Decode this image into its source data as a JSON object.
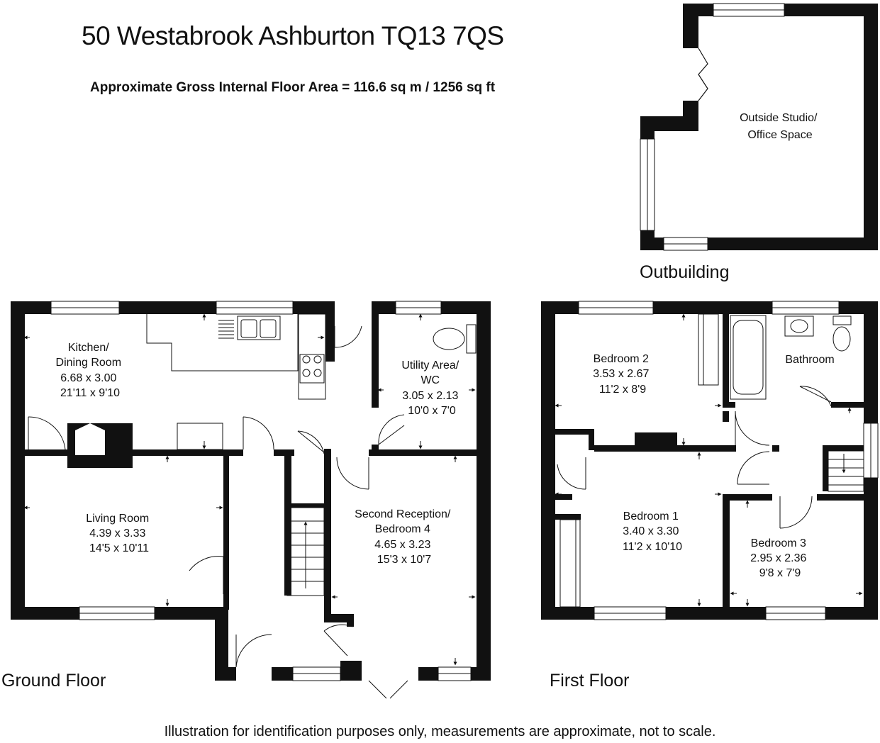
{
  "title": "50 Westabrook Ashburton TQ13 7QS",
  "floor_area": "Approximate Gross Internal Floor Area  = 116.6 sq m / 1256 sq ft",
  "floors": {
    "ground": "Ground Floor",
    "first": "First Floor",
    "outbuilding": "Outbuilding"
  },
  "rooms": {
    "kitchen": [
      "Kitchen/",
      "Dining Room",
      "6.68 x 3.00",
      "21'11 x 9'10"
    ],
    "utility": [
      "Utility Area/",
      "WC",
      "3.05 x 2.13",
      "10'0 x 7'0"
    ],
    "living": [
      "Living Room",
      "4.39 x 3.33",
      "14'5 x 10'11"
    ],
    "reception": [
      "Second Reception/",
      "Bedroom 4",
      "4.65 x 3.23",
      "15'3 x 10'7"
    ],
    "bedroom2": [
      "Bedroom 2",
      "3.53 x 2.67",
      "11'2 x 8'9"
    ],
    "bathroom": [
      "Bathroom"
    ],
    "bedroom1": [
      "Bedroom 1",
      "3.40 x 3.30",
      "11'2 x 10'10"
    ],
    "bedroom3": [
      "Bedroom 3",
      "2.95 x 2.36",
      "9'8 x 7'9"
    ],
    "studio": [
      "Outside Studio/",
      "Office Space"
    ]
  },
  "disclaimer": "Illustration for identification purposes only, measurements are approximate, not to scale.",
  "colors": {
    "wall": "#111111",
    "background": "#ffffff"
  }
}
